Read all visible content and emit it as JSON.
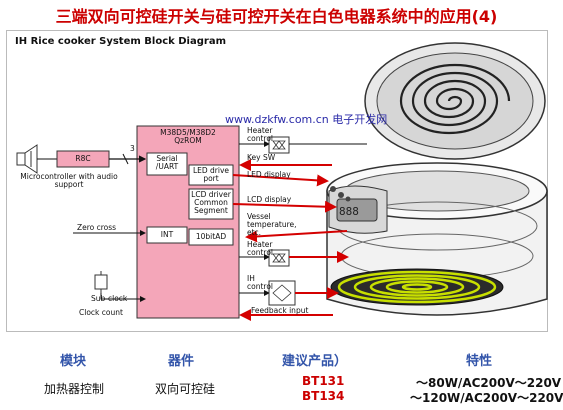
{
  "title": "三端双向可控硅开关与硅可控开关在白色电器系统中的应用(4)",
  "watermark": "www.dzkfw.com.cn 电子开发网",
  "diagram": {
    "heading": "IH Rice cooker System Block Diagram",
    "mcu": {
      "line1": "M38D5/M38D2",
      "line2": "QzROM"
    },
    "blocks": {
      "serial": "Serial /UART",
      "led": "LED drive port",
      "lcd": "LCD driver Common Segment",
      "int": "INT",
      "adc": "10bitAD",
      "r8c": "R8C"
    },
    "labels": {
      "mic": "Microcontroller with audio support",
      "bus": "3",
      "heater_top": "Heater control",
      "key_sw": "Key SW",
      "led_display": "LED display",
      "lcd_display": "LCD display",
      "vessel": "Vessel temperature, etc.",
      "heater_bottom": "Heater control",
      "ih": "IH control",
      "feedback": "Feedback input",
      "zero_cross": "Zero cross",
      "sub_clock": "Sub-clock",
      "clock_count": "Clock count"
    },
    "colors": {
      "mcu_fill": "#f4a6b9",
      "arrow": "#d40000",
      "coil": "#c8e000"
    }
  },
  "table": {
    "headers": [
      "模块",
      "器件",
      "建议产品）",
      "特性"
    ],
    "row": {
      "module": "加热器控制",
      "device": "双向可控硅",
      "products": [
        "BT131",
        "BT134"
      ],
      "specs": [
        "～80W/AC200V～220V",
        "～120W/AC200V～220V"
      ]
    }
  }
}
